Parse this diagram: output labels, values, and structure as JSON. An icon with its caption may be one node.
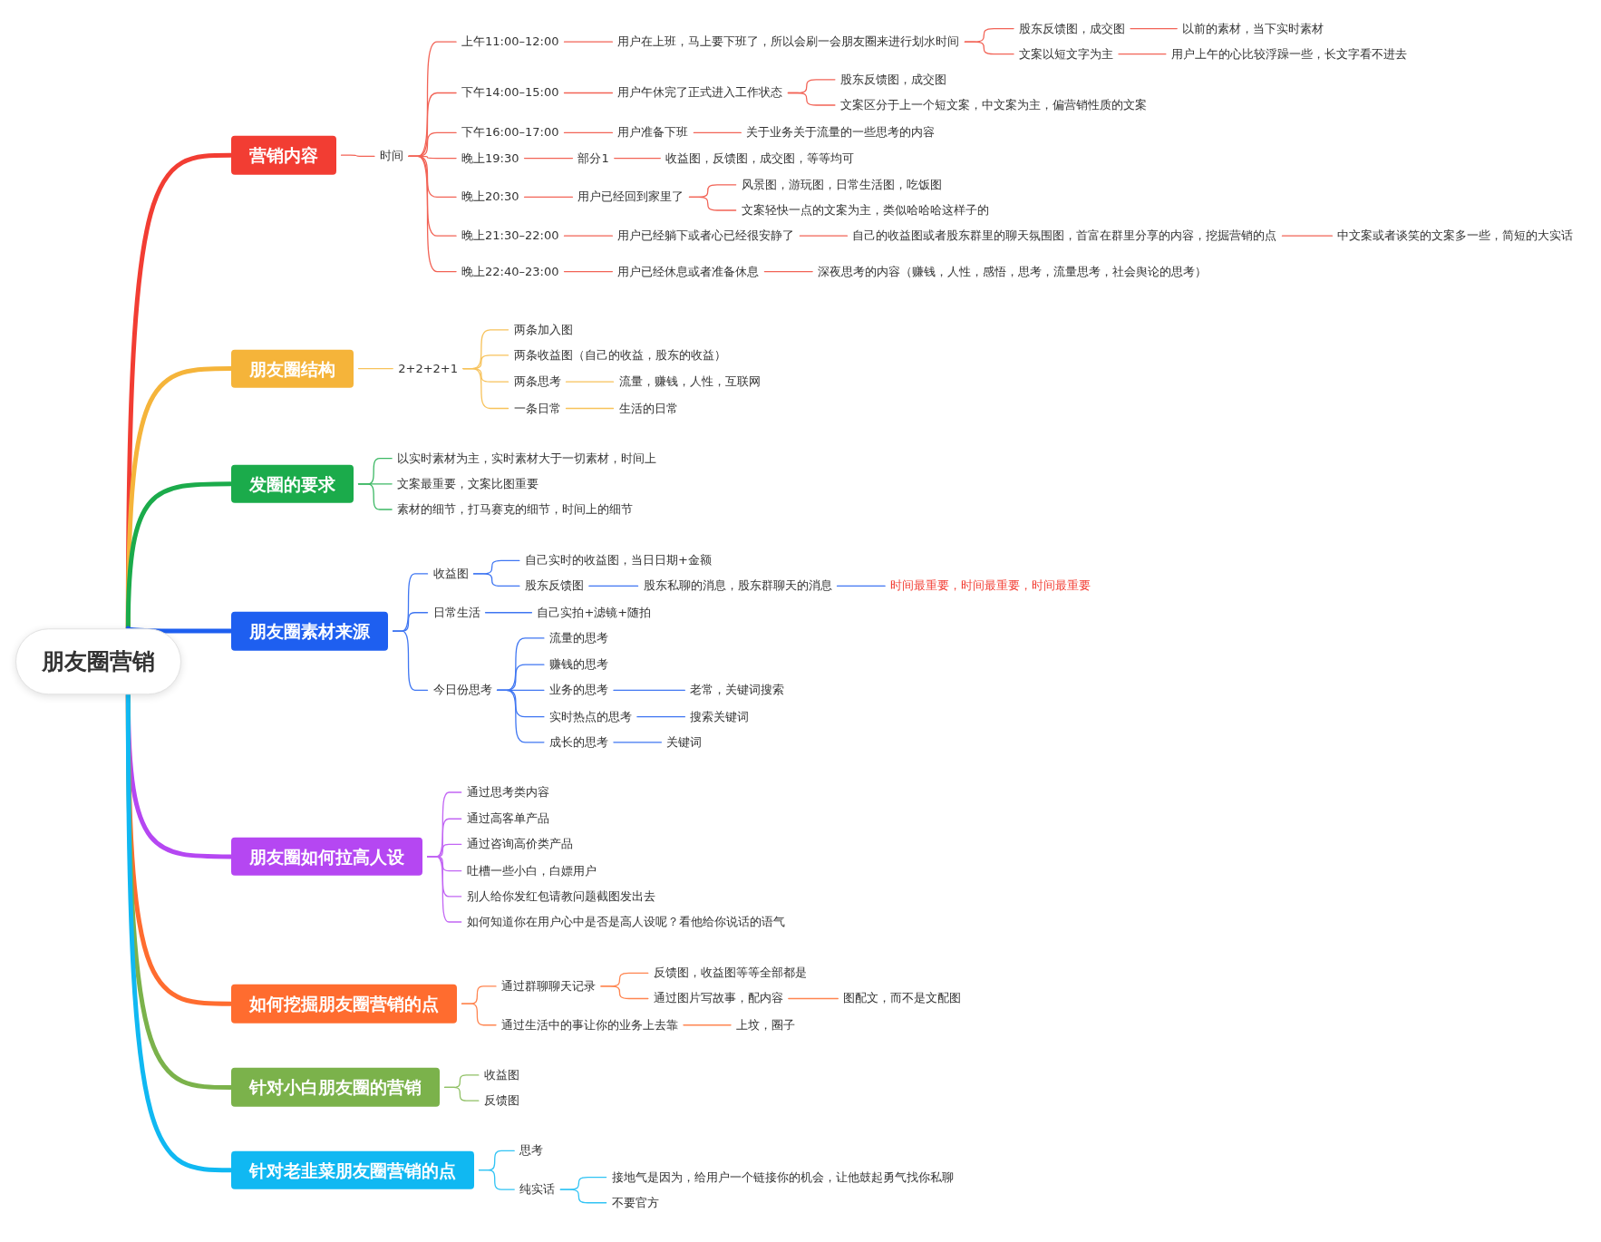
{
  "diagram": {
    "nodes": [
      {
        "text": [
          "朋友圈营销"
        ]
      },
      {
        "text": [
          "营销内容"
        ]
      },
      {
        "text": [
          "时间"
        ]
      },
      {
        "text": [
          "上午11:00–12:00"
        ]
      },
      {
        "text": [
          "用户在上班，马上要下班了，所以会刷一会朋友圈来进行划水时间"
        ]
      },
      {
        "text": [
          "股东反馈图，成交图"
        ]
      },
      {
        "text": [
          "以前的素材，当下实时素材"
        ]
      },
      {
        "text": [
          "文案以短文字为主"
        ]
      },
      {
        "text": [
          "用户上午的心比较浮躁一些，长文字看不进去"
        ]
      },
      {
        "text": [
          "下午14:00–15:00"
        ]
      },
      {
        "text": [
          "用户午休完了正式进入工作状态"
        ]
      },
      {
        "text": [
          "股东反馈图，成交图"
        ]
      },
      {
        "text": [
          "文案区分于上一个短文案，中文案为主，偏营销性质的文案"
        ]
      },
      {
        "text": [
          "下午16:00–17:00"
        ]
      },
      {
        "text": [
          "用户准备下班"
        ]
      },
      {
        "text": [
          "关于业务关于流量的一些思考的内容"
        ]
      },
      {
        "text": [
          "晚上19:30"
        ]
      },
      {
        "text": [
          "部分1"
        ]
      },
      {
        "text": [
          "收益图，反馈图，成交图，等等均可"
        ]
      },
      {
        "text": [
          "晚上20:30"
        ]
      },
      {
        "text": [
          "用户已经回到家里了"
        ]
      },
      {
        "text": [
          "风景图，游玩图，日常生活图，吃饭图"
        ]
      },
      {
        "text": [
          "文案轻快一点的文案为主，类似哈哈哈这样子的"
        ]
      },
      {
        "text": [
          "晚上21:30–22:00"
        ]
      },
      {
        "text": [
          "用户已经躺下或者心已经很安静了"
        ]
      },
      {
        "text": [
          "自己的收益图或者股东群里的聊天氛围图，首富在群里分享的内容，挖掘营销的点"
        ]
      },
      {
        "text": [
          "中文案或者谈笑的文案多一些，简短的大实话"
        ]
      },
      {
        "text": [
          "晚上22:40–23:00"
        ]
      },
      {
        "text": [
          "用户已经休息或者准备休息"
        ]
      },
      {
        "text": [
          "深夜思考的内容（赚钱，人性，感悟，思考，流量思考，社会舆论的思考）"
        ]
      },
      {
        "text": [
          "朋友圈结构"
        ]
      },
      {
        "text": [
          "2+2+2+1"
        ]
      },
      {
        "text": [
          "两条加入图"
        ]
      },
      {
        "text": [
          "两条收益图（自己的收益，股东的收益）"
        ]
      },
      {
        "text": [
          "两条思考"
        ]
      },
      {
        "text": [
          "流量，赚钱，人性，互联网"
        ]
      },
      {
        "text": [
          "一条日常"
        ]
      },
      {
        "text": [
          "生活的日常"
        ]
      },
      {
        "text": [
          "发圈的要求"
        ]
      },
      {
        "text": [
          "以实时素材为主，实时素材大于一切素材，时间上"
        ]
      },
      {
        "text": [
          "文案最重要，文案比图重要"
        ]
      },
      {
        "text": [
          "素材的细节，打马赛克的细节，时间上的细节"
        ]
      },
      {
        "text": [
          "朋友圈素材来源"
        ]
      },
      {
        "text": [
          "收益图"
        ]
      },
      {
        "text": [
          "自己实时的收益图，当日日期+金额"
        ]
      },
      {
        "text": [
          "股东反馈图"
        ]
      },
      {
        "text": [
          "股东私聊的消息，股东群聊天的消息"
        ]
      },
      {
        "text": [
          "时间最重要，时间最重要，时间最重要"
        ]
      },
      {
        "text": [
          "日常生活"
        ]
      },
      {
        "text": [
          "自己实拍+滤镜+随拍"
        ]
      },
      {
        "text": [
          "今日份思考"
        ]
      },
      {
        "text": [
          "流量的思考"
        ]
      },
      {
        "text": [
          "赚钱的思考"
        ]
      },
      {
        "text": [
          "业务的思考"
        ]
      },
      {
        "text": [
          "老常，关键词搜索"
        ]
      },
      {
        "text": [
          "实时热点的思考"
        ]
      },
      {
        "text": [
          "搜索关键词"
        ]
      },
      {
        "text": [
          "成长的思考"
        ]
      },
      {
        "text": [
          "关键词"
        ]
      },
      {
        "text": [
          "朋友圈如何拉高人设"
        ]
      },
      {
        "text": [
          "通过思考类内容"
        ]
      },
      {
        "text": [
          "通过高客单产品"
        ]
      },
      {
        "text": [
          "通过咨询高价类产品"
        ]
      },
      {
        "text": [
          "吐槽一些小白，白嫖用户"
        ]
      },
      {
        "text": [
          "别人给你发红包请教问题截图发出去"
        ]
      },
      {
        "text": [
          "如何知道你在用户心中是否是高人设呢？看他给你说话的语气"
        ]
      },
      {
        "text": [
          "如何挖掘朋友圈营销的点"
        ]
      },
      {
        "text": [
          "通过群聊聊天记录"
        ]
      },
      {
        "text": [
          "反馈图，收益图等等全部都是"
        ]
      },
      {
        "text": [
          "通过图片写故事，配内容"
        ]
      },
      {
        "text": [
          "图配文，而不是文配图"
        ]
      },
      {
        "text": [
          "通过生活中的事让你的业务上去靠"
        ]
      },
      {
        "text": [
          "上坟，圈子"
        ]
      },
      {
        "text": [
          "针对小白朋友圈的营销"
        ]
      },
      {
        "text": [
          "收益图"
        ]
      },
      {
        "text": [
          "反馈图"
        ]
      },
      {
        "text": [
          "针对老韭菜朋友圈营销的点"
        ]
      },
      {
        "text": [
          "思考"
        ]
      },
      {
        "text": [
          "纯实话"
        ]
      },
      {
        "text": [
          "接地气是因为，给用户一个链接你的机会，让他鼓起勇气找你私聊"
        ]
      },
      {
        "text": [
          "不要官方"
        ]
      }
    ],
    "edges": [
      {
        "from": 0,
        "to": 1,
        "arrow": "none",
        "style": "thick",
        "color": "#f23d33"
      },
      {
        "from": 0,
        "to": 30,
        "arrow": "none",
        "style": "thick",
        "color": "#f5b43a"
      },
      {
        "from": 0,
        "to": 38,
        "arrow": "none",
        "style": "thick",
        "color": "#1bab4b"
      },
      {
        "from": 0,
        "to": 42,
        "arrow": "none",
        "style": "thick",
        "color": "#1e5ff0"
      },
      {
        "from": 0,
        "to": 59,
        "arrow": "none",
        "style": "thick",
        "color": "#b547f2"
      },
      {
        "from": 0,
        "to": 66,
        "arrow": "none",
        "style": "thick",
        "color": "#ff6c2f"
      },
      {
        "from": 0,
        "to": 73,
        "arrow": "none",
        "style": "thick",
        "color": "#7bb24b"
      },
      {
        "from": 0,
        "to": 76,
        "arrow": "none",
        "style": "thick",
        "color": "#10b8f2"
      },
      {
        "from": 1,
        "to": 2,
        "arrow": "none",
        "color": "#f26356"
      },
      {
        "from": 2,
        "to": 3,
        "arrow": "none",
        "color": "#f26356"
      },
      {
        "from": 2,
        "to": 9,
        "arrow": "none",
        "color": "#f26356"
      },
      {
        "from": 2,
        "to": 13,
        "arrow": "none",
        "color": "#f26356"
      },
      {
        "from": 2,
        "to": 16,
        "arrow": "none",
        "color": "#f26356"
      },
      {
        "from": 2,
        "to": 19,
        "arrow": "none",
        "color": "#f26356"
      },
      {
        "from": 2,
        "to": 23,
        "arrow": "none",
        "color": "#f26356"
      },
      {
        "from": 2,
        "to": 27,
        "arrow": "none",
        "color": "#f26356"
      },
      {
        "from": 3,
        "to": 4,
        "arrow": "none",
        "color": "#f26356"
      },
      {
        "from": 4,
        "to": 5,
        "arrow": "none",
        "color": "#f26356"
      },
      {
        "from": 4,
        "to": 7,
        "arrow": "none",
        "color": "#f26356"
      },
      {
        "from": 5,
        "to": 6,
        "arrow": "none",
        "color": "#f26356"
      },
      {
        "from": 7,
        "to": 8,
        "arrow": "none",
        "color": "#f26356"
      },
      {
        "from": 9,
        "to": 10,
        "arrow": "none",
        "color": "#f26356"
      },
      {
        "from": 10,
        "to": 11,
        "arrow": "none",
        "color": "#f26356"
      },
      {
        "from": 10,
        "to": 12,
        "arrow": "none",
        "color": "#f26356"
      },
      {
        "from": 13,
        "to": 14,
        "arrow": "none",
        "color": "#f26356"
      },
      {
        "from": 14,
        "to": 15,
        "arrow": "none",
        "color": "#f26356"
      },
      {
        "from": 16,
        "to": 17,
        "arrow": "none",
        "color": "#f26356"
      },
      {
        "from": 17,
        "to": 18,
        "arrow": "none",
        "color": "#f26356"
      },
      {
        "from": 19,
        "to": 20,
        "arrow": "none",
        "color": "#f26356"
      },
      {
        "from": 20,
        "to": 21,
        "arrow": "none",
        "color": "#f26356"
      },
      {
        "from": 20,
        "to": 22,
        "arrow": "none",
        "color": "#f26356"
      },
      {
        "from": 23,
        "to": 24,
        "arrow": "none",
        "color": "#f26356"
      },
      {
        "from": 24,
        "to": 25,
        "arrow": "none",
        "color": "#f26356"
      },
      {
        "from": 25,
        "to": 26,
        "arrow": "none",
        "color": "#f26356"
      },
      {
        "from": 27,
        "to": 28,
        "arrow": "none",
        "color": "#f26356"
      },
      {
        "from": 28,
        "to": 29,
        "arrow": "none",
        "color": "#f26356"
      },
      {
        "from": 30,
        "to": 31,
        "arrow": "none",
        "color": "#f7c25a"
      },
      {
        "from": 31,
        "to": 32,
        "arrow": "none",
        "color": "#f7c25a"
      },
      {
        "from": 31,
        "to": 33,
        "arrow": "none",
        "color": "#f7c25a"
      },
      {
        "from": 31,
        "to": 34,
        "arrow": "none",
        "color": "#f7c25a"
      },
      {
        "from": 31,
        "to": 36,
        "arrow": "none",
        "color": "#f7c25a"
      },
      {
        "from": 34,
        "to": 35,
        "arrow": "none",
        "color": "#f7c25a"
      },
      {
        "from": 36,
        "to": 37,
        "arrow": "none",
        "color": "#f7c25a"
      },
      {
        "from": 38,
        "to": 39,
        "arrow": "none",
        "color": "#3cb864"
      },
      {
        "from": 38,
        "to": 40,
        "arrow": "none",
        "color": "#3cb864"
      },
      {
        "from": 38,
        "to": 41,
        "arrow": "none",
        "color": "#3cb864"
      },
      {
        "from": 42,
        "to": 43,
        "arrow": "none",
        "color": "#3f76f2"
      },
      {
        "from": 42,
        "to": 48,
        "arrow": "none",
        "color": "#3f76f2"
      },
      {
        "from": 42,
        "to": 50,
        "arrow": "none",
        "color": "#3f76f2"
      },
      {
        "from": 43,
        "to": 44,
        "arrow": "none",
        "color": "#3f76f2"
      },
      {
        "from": 43,
        "to": 45,
        "arrow": "none",
        "color": "#3f76f2"
      },
      {
        "from": 45,
        "to": 46,
        "arrow": "none",
        "color": "#3f76f2"
      },
      {
        "from": 46,
        "to": 47,
        "arrow": "none",
        "color": "#3f76f2"
      },
      {
        "from": 48,
        "to": 49,
        "arrow": "none",
        "color": "#3f76f2"
      },
      {
        "from": 50,
        "to": 51,
        "arrow": "none",
        "color": "#3f76f2"
      },
      {
        "from": 50,
        "to": 52,
        "arrow": "none",
        "color": "#3f76f2"
      },
      {
        "from": 50,
        "to": 53,
        "arrow": "none",
        "color": "#3f76f2"
      },
      {
        "from": 50,
        "to": 55,
        "arrow": "none",
        "color": "#3f76f2"
      },
      {
        "from": 50,
        "to": 57,
        "arrow": "none",
        "color": "#3f76f2"
      },
      {
        "from": 53,
        "to": 54,
        "arrow": "none",
        "color": "#3f76f2"
      },
      {
        "from": 55,
        "to": 56,
        "arrow": "none",
        "color": "#3f76f2"
      },
      {
        "from": 57,
        "to": 58,
        "arrow": "none",
        "color": "#3f76f2"
      },
      {
        "from": 59,
        "to": 60,
        "arrow": "none",
        "color": "#c266f4"
      },
      {
        "from": 59,
        "to": 61,
        "arrow": "none",
        "color": "#c266f4"
      },
      {
        "from": 59,
        "to": 62,
        "arrow": "none",
        "color": "#c266f4"
      },
      {
        "from": 59,
        "to": 63,
        "arrow": "none",
        "color": "#c266f4"
      },
      {
        "from": 59,
        "to": 64,
        "arrow": "none",
        "color": "#c266f4"
      },
      {
        "from": 59,
        "to": 65,
        "arrow": "none",
        "color": "#c266f4"
      },
      {
        "from": 66,
        "to": 67,
        "arrow": "none",
        "color": "#ff8550"
      },
      {
        "from": 66,
        "to": 71,
        "arrow": "none",
        "color": "#ff8550"
      },
      {
        "from": 67,
        "to": 68,
        "arrow": "none",
        "color": "#ff8550"
      },
      {
        "from": 67,
        "to": 69,
        "arrow": "none",
        "color": "#ff8550"
      },
      {
        "from": 69,
        "to": 70,
        "arrow": "none",
        "color": "#ff8550"
      },
      {
        "from": 71,
        "to": 72,
        "arrow": "none",
        "color": "#ff8550"
      },
      {
        "from": 73,
        "to": 74,
        "arrow": "none",
        "color": "#8fc064"
      },
      {
        "from": 73,
        "to": 75,
        "arrow": "none",
        "color": "#8fc064"
      },
      {
        "from": 76,
        "to": 77,
        "arrow": "none",
        "color": "#30c3f4"
      },
      {
        "from": 76,
        "to": 78,
        "arrow": "none",
        "color": "#30c3f4"
      },
      {
        "from": 78,
        "to": 79,
        "arrow": "none",
        "color": "#30c3f4"
      },
      {
        "from": 78,
        "to": 80,
        "arrow": "none",
        "color": "#30c3f4"
      }
    ]
  }
}
